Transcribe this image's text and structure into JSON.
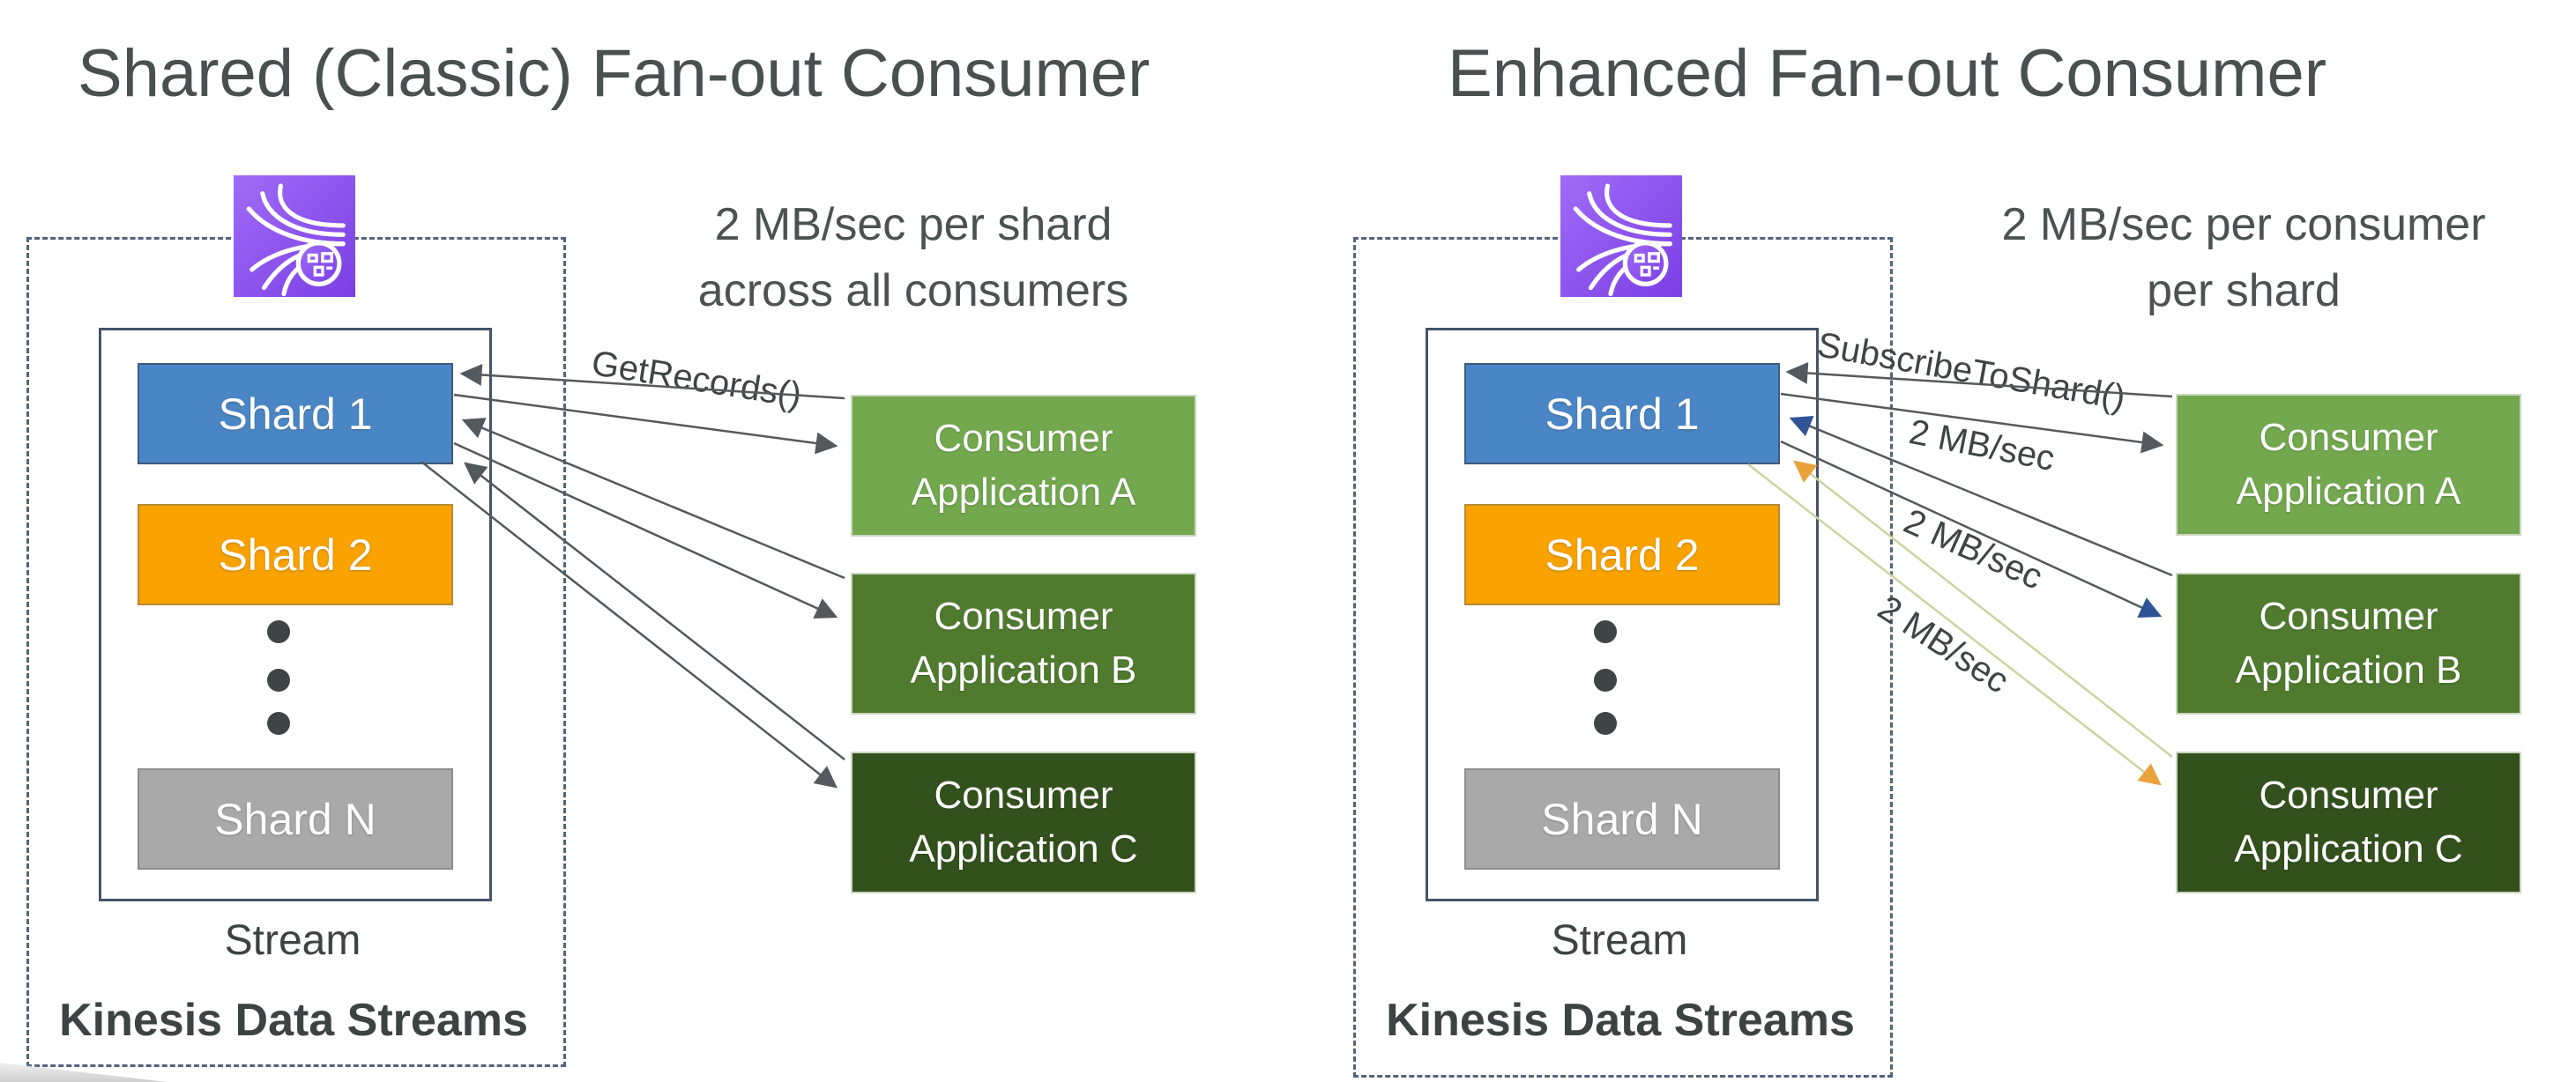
{
  "colors": {
    "shard1": "#4A86C5",
    "shard2": "#F9A200",
    "shardN": "#A9A9A9",
    "consumerA": "#73A84E",
    "consumerB": "#507B2F",
    "consumerC": "#33511D",
    "arrowGray": "#54595D",
    "arrowBlue": "#2F5496",
    "arrowOrange": "#E8A33C",
    "oliveLine": "#CBD3A0",
    "kinesisPurpleLight": "#A06BF7",
    "kinesisPurpleDark": "#7B3FE4",
    "streamBorder": "#44546A",
    "dashedBorder": "#54627D",
    "titleText": "#4A4F4F"
  },
  "left": {
    "title": "Shared (Classic) Fan-out Consumer",
    "annotation_line1": "2 MB/sec per shard",
    "annotation_line2": "across all consumers",
    "arrow_label": "GetRecords()",
    "shards": [
      {
        "label": "Shard 1"
      },
      {
        "label": "Shard 2"
      },
      {
        "label": "Shard N"
      }
    ],
    "consumers": [
      {
        "label": "Consumer Application A"
      },
      {
        "label": "Consumer Application B"
      },
      {
        "label": "Consumer Application C"
      }
    ],
    "stream_label": "Stream",
    "group_label": "Kinesis Data Streams"
  },
  "right": {
    "title": "Enhanced Fan-out Consumer",
    "annotation_line1": "2 MB/sec per consumer",
    "annotation_line2": "per shard",
    "arrow_label": "SubscribeToShard()",
    "rate_labels": [
      "2 MB/sec",
      "2 MB/sec",
      "2 MB/sec"
    ],
    "shards": [
      {
        "label": "Shard 1"
      },
      {
        "label": "Shard 2"
      },
      {
        "label": "Shard N"
      }
    ],
    "consumers": [
      {
        "label": "Consumer Application A"
      },
      {
        "label": "Consumer Application B"
      },
      {
        "label": "Consumer Application C"
      }
    ],
    "stream_label": "Stream",
    "group_label": "Kinesis Data Streams"
  }
}
